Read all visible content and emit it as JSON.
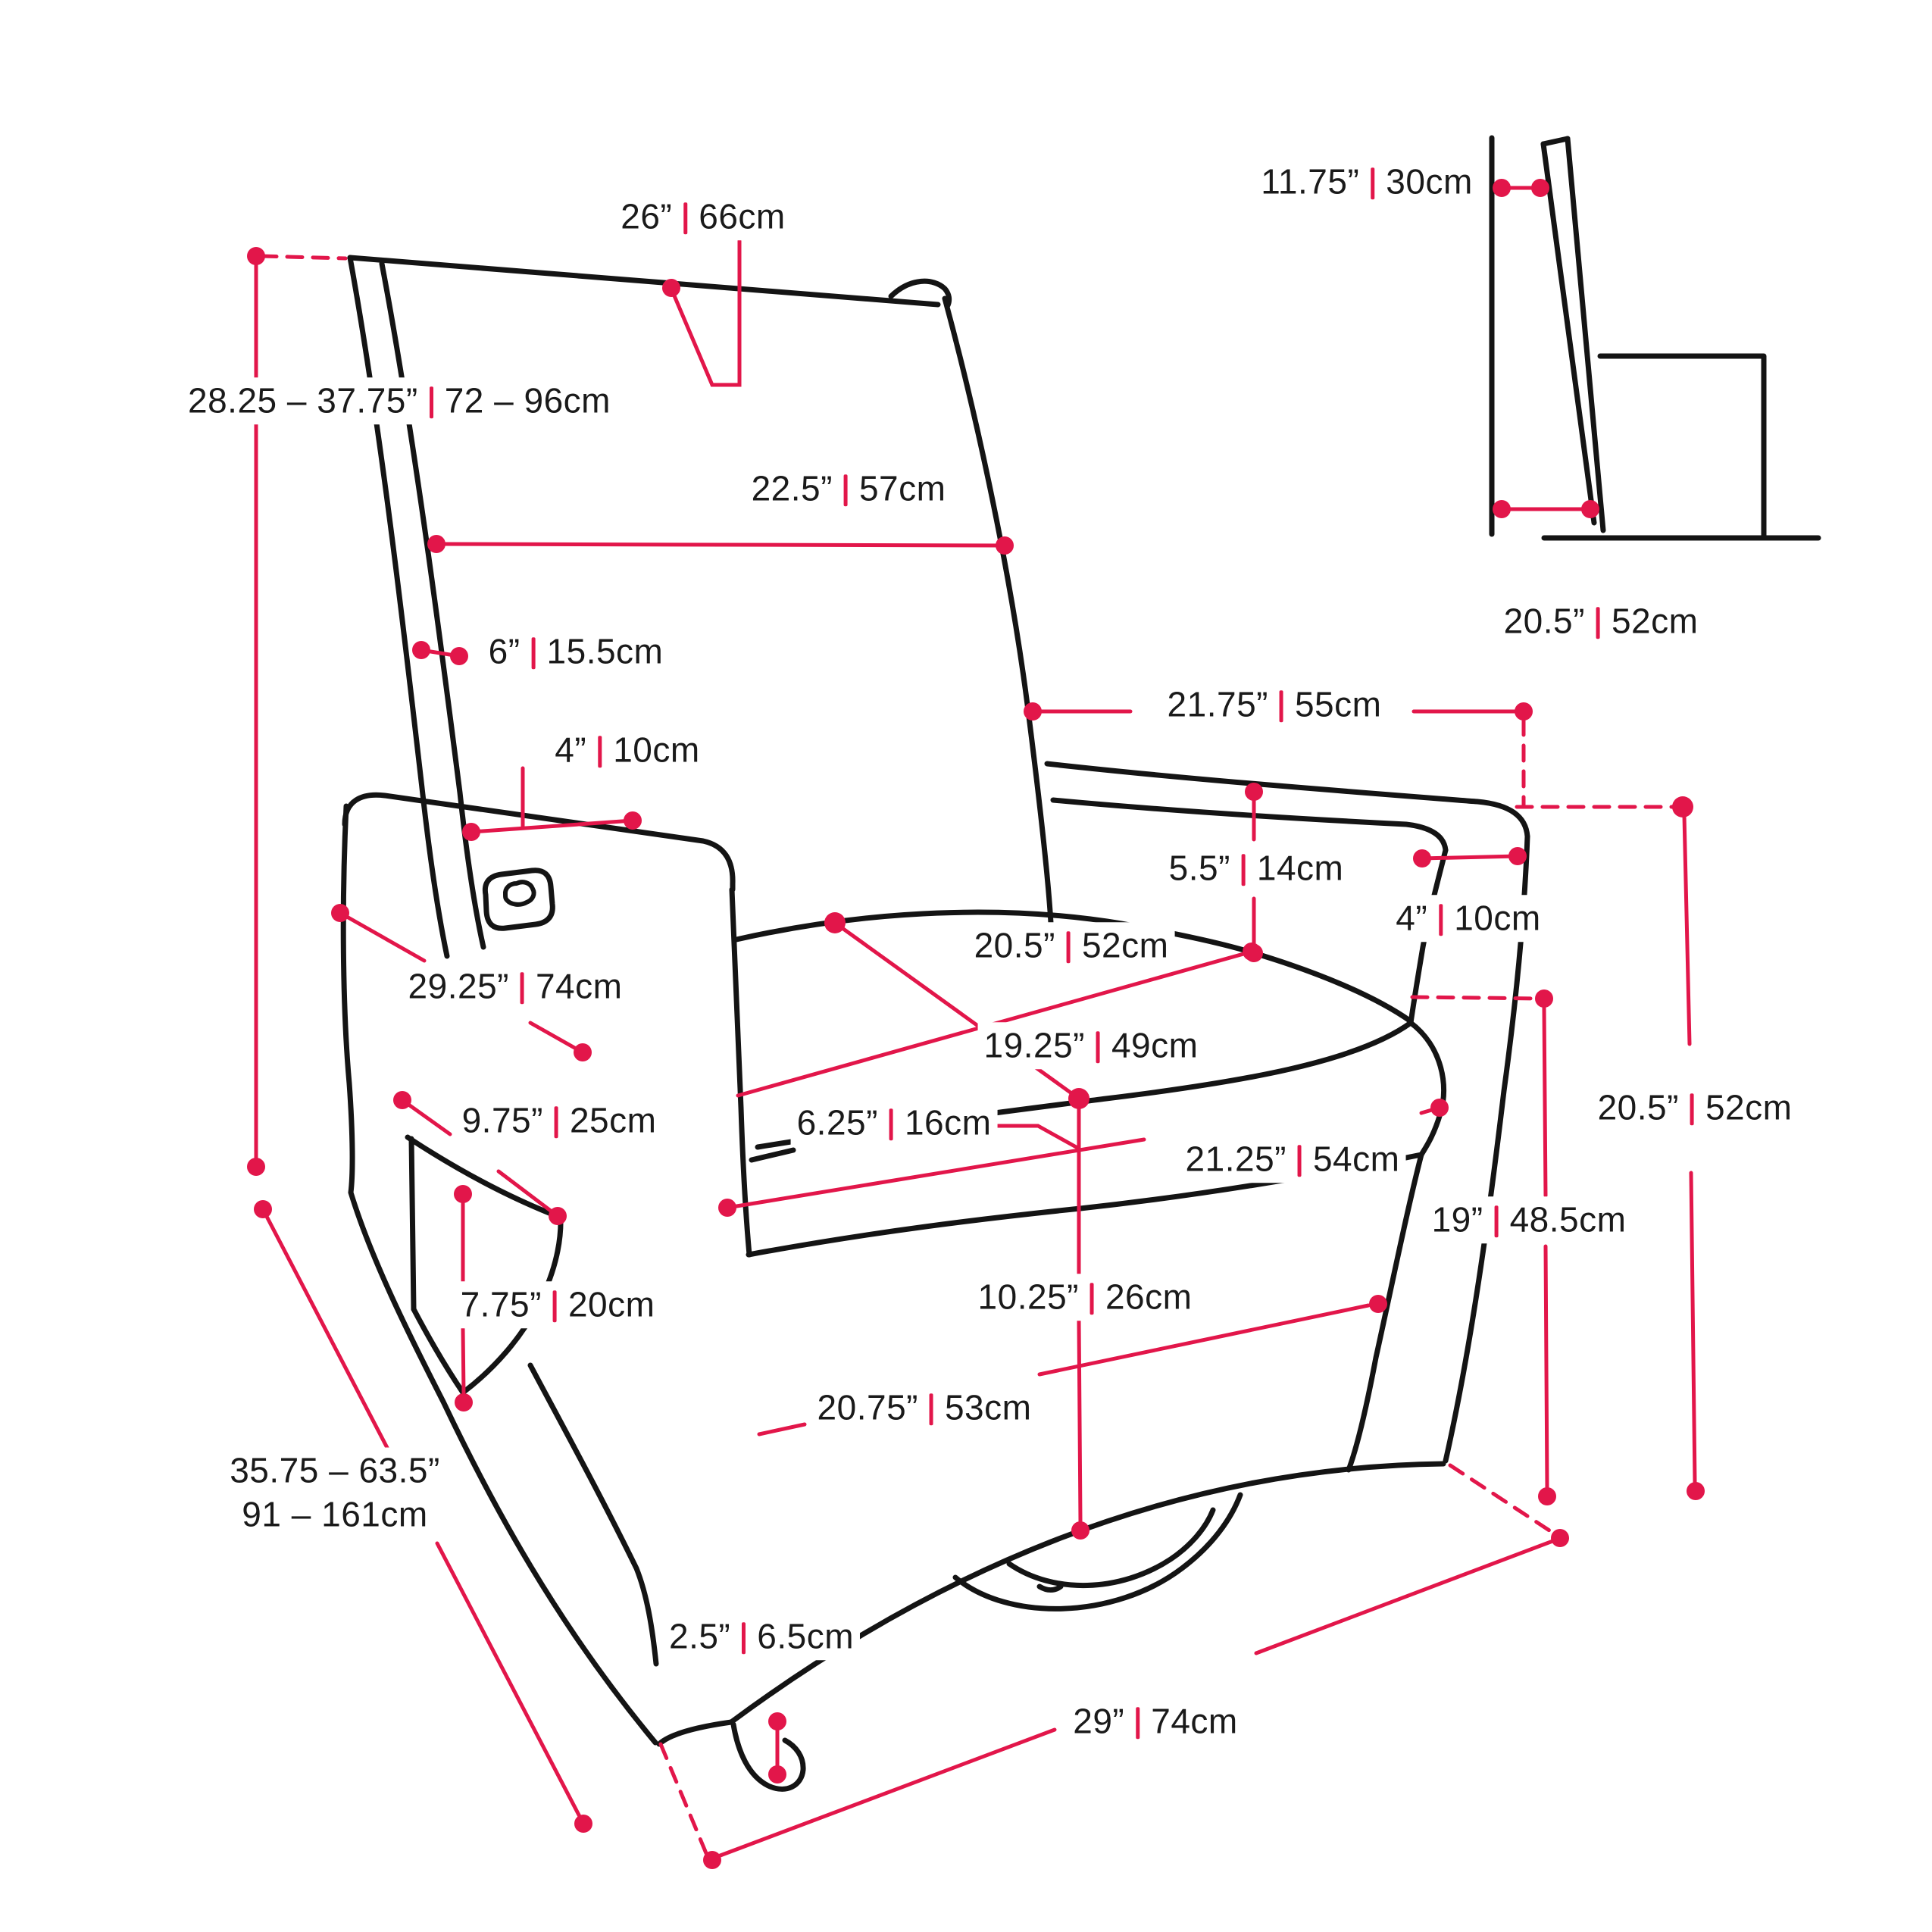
{
  "colors": {
    "accent_red": "#E2164A",
    "line_ink": "#141414",
    "background": "#FFFFFF"
  },
  "units": {
    "primary": "inches",
    "secondary": "centimeters"
  },
  "measurements": {
    "backrest_height_range": {
      "in": "28.25 – 37.75”",
      "cm": "72 – 96cm"
    },
    "backrest_top_width": {
      "in": "26”",
      "cm": "66cm"
    },
    "backrest_mid_width": {
      "in": "22.5”",
      "cm": "57cm"
    },
    "backrest_side_depth": {
      "in": "6”",
      "cm": "15.5cm"
    },
    "arm_top_width": {
      "in": "4”",
      "cm": "10cm"
    },
    "back_width": {
      "in": "21.75”",
      "cm": "55cm"
    },
    "arm_height_above_seat": {
      "in": "5.5”",
      "cm": "14cm"
    },
    "arm_front_width": {
      "in": "4”",
      "cm": "10cm"
    },
    "seat_back_width": {
      "in": "20.5”",
      "cm": "52cm"
    },
    "seat_depth": {
      "in": "19.25”",
      "cm": "49cm"
    },
    "seat_cushion_thickness": {
      "in": "6.25”",
      "cm": "16cm"
    },
    "seat_front_width": {
      "in": "21.25”",
      "cm": "54cm"
    },
    "arm_height_from_floor": {
      "in": "20.5”",
      "cm": "52cm"
    },
    "seat_height_from_floor": {
      "in": "19”",
      "cm": "48.5cm"
    },
    "arm_panel_depth": {
      "in": "29.25”",
      "cm": "74cm"
    },
    "pocket_width": {
      "in": "9.75”",
      "cm": "25cm"
    },
    "pocket_height": {
      "in": "7.75”",
      "cm": "20cm"
    },
    "base_front_height": {
      "in": "10.25”",
      "cm": "26cm"
    },
    "base_depth": {
      "in": "20.75”",
      "cm": "53cm"
    },
    "reclined_depth_range": {
      "in": "35.75 – 63.5”",
      "cm": "91 – 161cm"
    },
    "floor_clearance": {
      "in": "2.5”",
      "cm": "6.5cm"
    },
    "base_width": {
      "in": "29”",
      "cm": "74cm"
    },
    "wall_clearance_top": {
      "in": "11.75”",
      "cm": "30cm"
    },
    "wall_clearance_seat": {
      "in": "20.5”",
      "cm": "52cm"
    }
  }
}
